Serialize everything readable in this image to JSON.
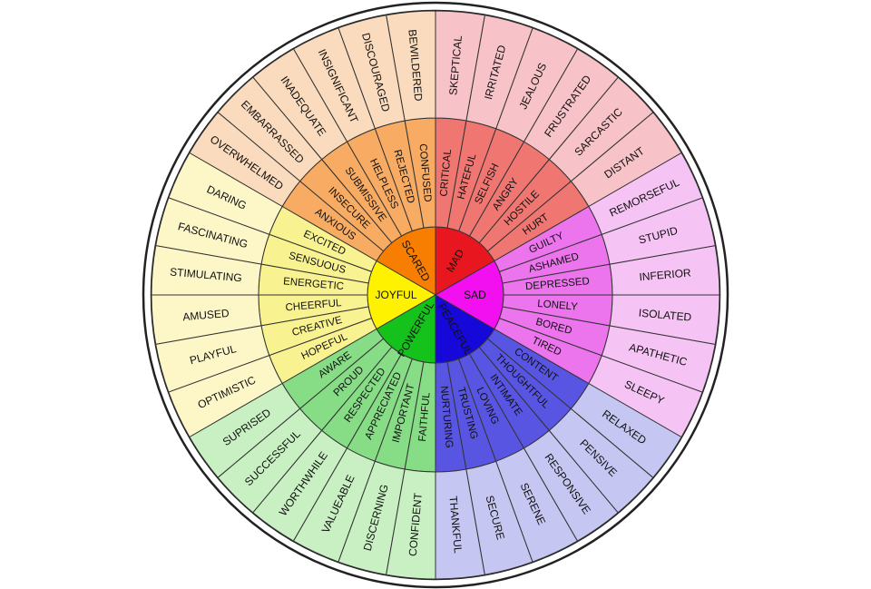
{
  "wheel": {
    "sectors": [
      {
        "core": "MAD",
        "colors": {
          "core": "#e8161e",
          "mid": "#f07672",
          "outer": "#f7c2c8"
        },
        "middle": [
          "HURT",
          "HOSTILE",
          "ANGRY",
          "SELFISH",
          "HATEFUL",
          "CRITICAL"
        ],
        "outer": [
          "DISTANT",
          "SARCASTIC",
          "FRUSTRATED",
          "JEALOUS",
          "IRRITATED",
          "SKEPTICAL"
        ]
      },
      {
        "core": "SCARED",
        "colors": {
          "core": "#f77e00",
          "mid": "#f8ab62",
          "outer": "#fbdbbd"
        },
        "middle": [
          "CONFUSED",
          "REJECTED",
          "HELPLESS",
          "SUBMISSIVE",
          "INSECURE",
          "ANXIOUS"
        ],
        "outer": [
          "BEWILDERED",
          "DISCOURAGED",
          "INSIGNIFICANT",
          "INADEQUATE",
          "EMBARRASSED",
          "OVERWHELMED"
        ]
      },
      {
        "core": "JOYFUL",
        "colors": {
          "core": "#fff200",
          "mid": "#f9f290",
          "outer": "#fdf7c8"
        },
        "middle": [
          "EXCITED",
          "SENSUOUS",
          "ENERGETIC",
          "CHEERFUL",
          "CREATIVE",
          "HOPEFUL"
        ],
        "outer": [
          "DARING",
          "FASCINATING",
          "STIMULATING",
          "AMUSED",
          "PLAYFUL",
          "OPTIMISTIC"
        ]
      },
      {
        "core": "POWERFUL",
        "colors": {
          "core": "#14c21b",
          "mid": "#86dd86",
          "outer": "#c8f0c2"
        },
        "middle": [
          "AWARE",
          "PROUD",
          "RESPECTED",
          "APPRECIATED",
          "IMPORTANT",
          "FAITHFUL"
        ],
        "outer": [
          "SUPRISED",
          "SUCCESSFUL",
          "WORTHWHILE",
          "VALUEABLE",
          "DISCERNING",
          "CONFIDENT"
        ]
      },
      {
        "core": "PEACEFUL",
        "colors": {
          "core": "#1508d8",
          "mid": "#5955e3",
          "outer": "#c6c6f2"
        },
        "middle": [
          "NURTURING",
          "TRUSTING",
          "LOVING",
          "INTIMATE",
          "THOUGHTFUL",
          "CONTENT"
        ],
        "outer": [
          "THANKFUL",
          "SECURE",
          "SERENE",
          "RESPONSIVE",
          "PENSIVE",
          "RELAXED"
        ]
      },
      {
        "core": "SAD",
        "colors": {
          "core": "#f20ff0",
          "mid": "#ec74ec",
          "outer": "#f6c4f4"
        },
        "middle": [
          "TIRED",
          "BORED",
          "LONELY",
          "DEPRESSED",
          "ASHAMED",
          "GUILTY"
        ],
        "outer": [
          "SLEEPY",
          "APATHETIC",
          "ISOLATED",
          "INFERIOR",
          "STUPID",
          "REMORSEFUL"
        ]
      }
    ]
  }
}
